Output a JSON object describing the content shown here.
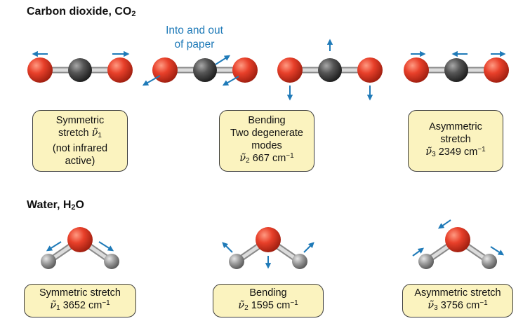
{
  "co2": {
    "heading": "Carbon dioxide, CO",
    "heading_sub": "2",
    "note_line1": "Into and out",
    "note_line2": "of paper",
    "modes": [
      {
        "lines": [
          "Symmetric",
          "stretch"
        ],
        "nu_symbol": "ν̃",
        "nu_index": "1",
        "extra_lines": [
          "(not infrared",
          "active)"
        ]
      },
      {
        "lines": [
          "Bending",
          "Two degenerate",
          "modes"
        ],
        "nu_symbol": "ν̃",
        "nu_index": "2",
        "value": "667",
        "unit": "cm",
        "unit_exp": "−1"
      },
      {
        "lines": [
          "Asymmetric",
          "stretch"
        ],
        "nu_symbol": "ν̃",
        "nu_index": "3",
        "value": "2349",
        "unit": "cm",
        "unit_exp": "−1"
      }
    ]
  },
  "h2o": {
    "heading": "Water, H",
    "heading_sub": "2",
    "heading_end": "O",
    "modes": [
      {
        "label": "Symmetric stretch",
        "nu_symbol": "ν̃",
        "nu_index": "1",
        "value": "3652",
        "unit": "cm",
        "unit_exp": "−1"
      },
      {
        "label": "Bending",
        "nu_symbol": "ν̃",
        "nu_index": "2",
        "value": "1595",
        "unit": "cm",
        "unit_exp": "−1"
      },
      {
        "label": "Asymmetric stretch",
        "nu_symbol": "ν̃",
        "nu_index": "3",
        "value": "3756",
        "unit": "cm",
        "unit_exp": "−1"
      }
    ]
  },
  "colors": {
    "oxygen": "#e8402a",
    "carbon": "#555555",
    "hydrogen": "#9a9a9a",
    "arrow": "#1f7ab8",
    "box_fill": "#fbf3bf"
  }
}
